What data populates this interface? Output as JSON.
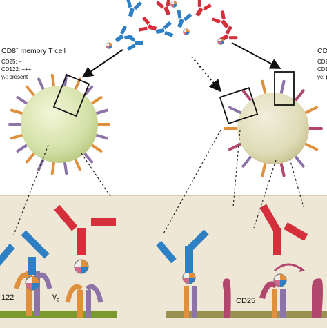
{
  "left_cell": {
    "title_prefix": "CD8",
    "title_sup": "+",
    "title_suffix": " memory T cell",
    "cd25": "CD25: –",
    "cd122": "CD122: +++",
    "gamma_c": "γₑ: present"
  },
  "right_cell": {
    "title_fragment": "CD",
    "line1": "CD2",
    "line2": "CD1",
    "line3": "γc: p"
  },
  "lower_labels": {
    "cd122_fragment": "122",
    "gamma_c": "γ",
    "gamma_c_sub": "c",
    "cd25": "CD25"
  },
  "colors": {
    "blue_antibody": "#2f7fc4",
    "red_antibody": "#d42f3a",
    "cell_green": "#d4e0a7",
    "membrane_green": "#7a9a2e",
    "receptor_orange": "#e0903d",
    "receptor_purple": "#8c73a8",
    "receptor_magenta": "#b2476d",
    "lower_bg": "#efe7d6"
  },
  "icons": {
    "antibody": "y-shaped-antibody-icon",
    "il2": "cytokine-sphere-icon",
    "receptor": "receptor-chain-icon"
  }
}
